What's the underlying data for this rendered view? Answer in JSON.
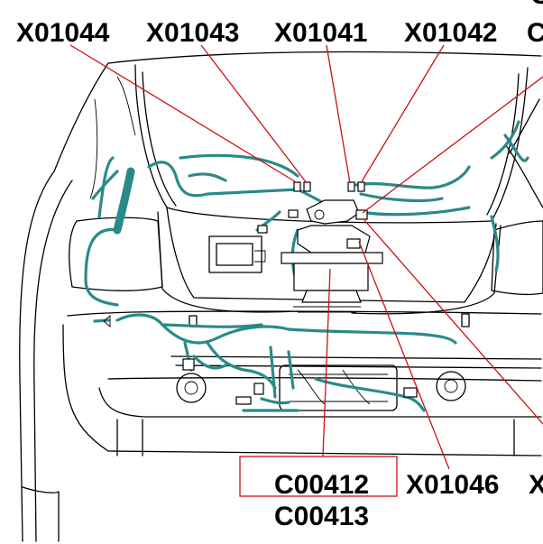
{
  "labels": {
    "top": [
      "X01044",
      "X01043",
      "X01041",
      "X01042"
    ],
    "top_partial_right": "C",
    "right_partial_top": "C",
    "bottom_main": "C00412",
    "bottom_sub": "C00413",
    "bottom_right": "X01046",
    "bottom_right_partial": "X"
  },
  "colors": {
    "harness": "#2a8a8a",
    "leader_line": "#cc1111",
    "highlight_box": "#cc1111",
    "outline": "#000000"
  }
}
